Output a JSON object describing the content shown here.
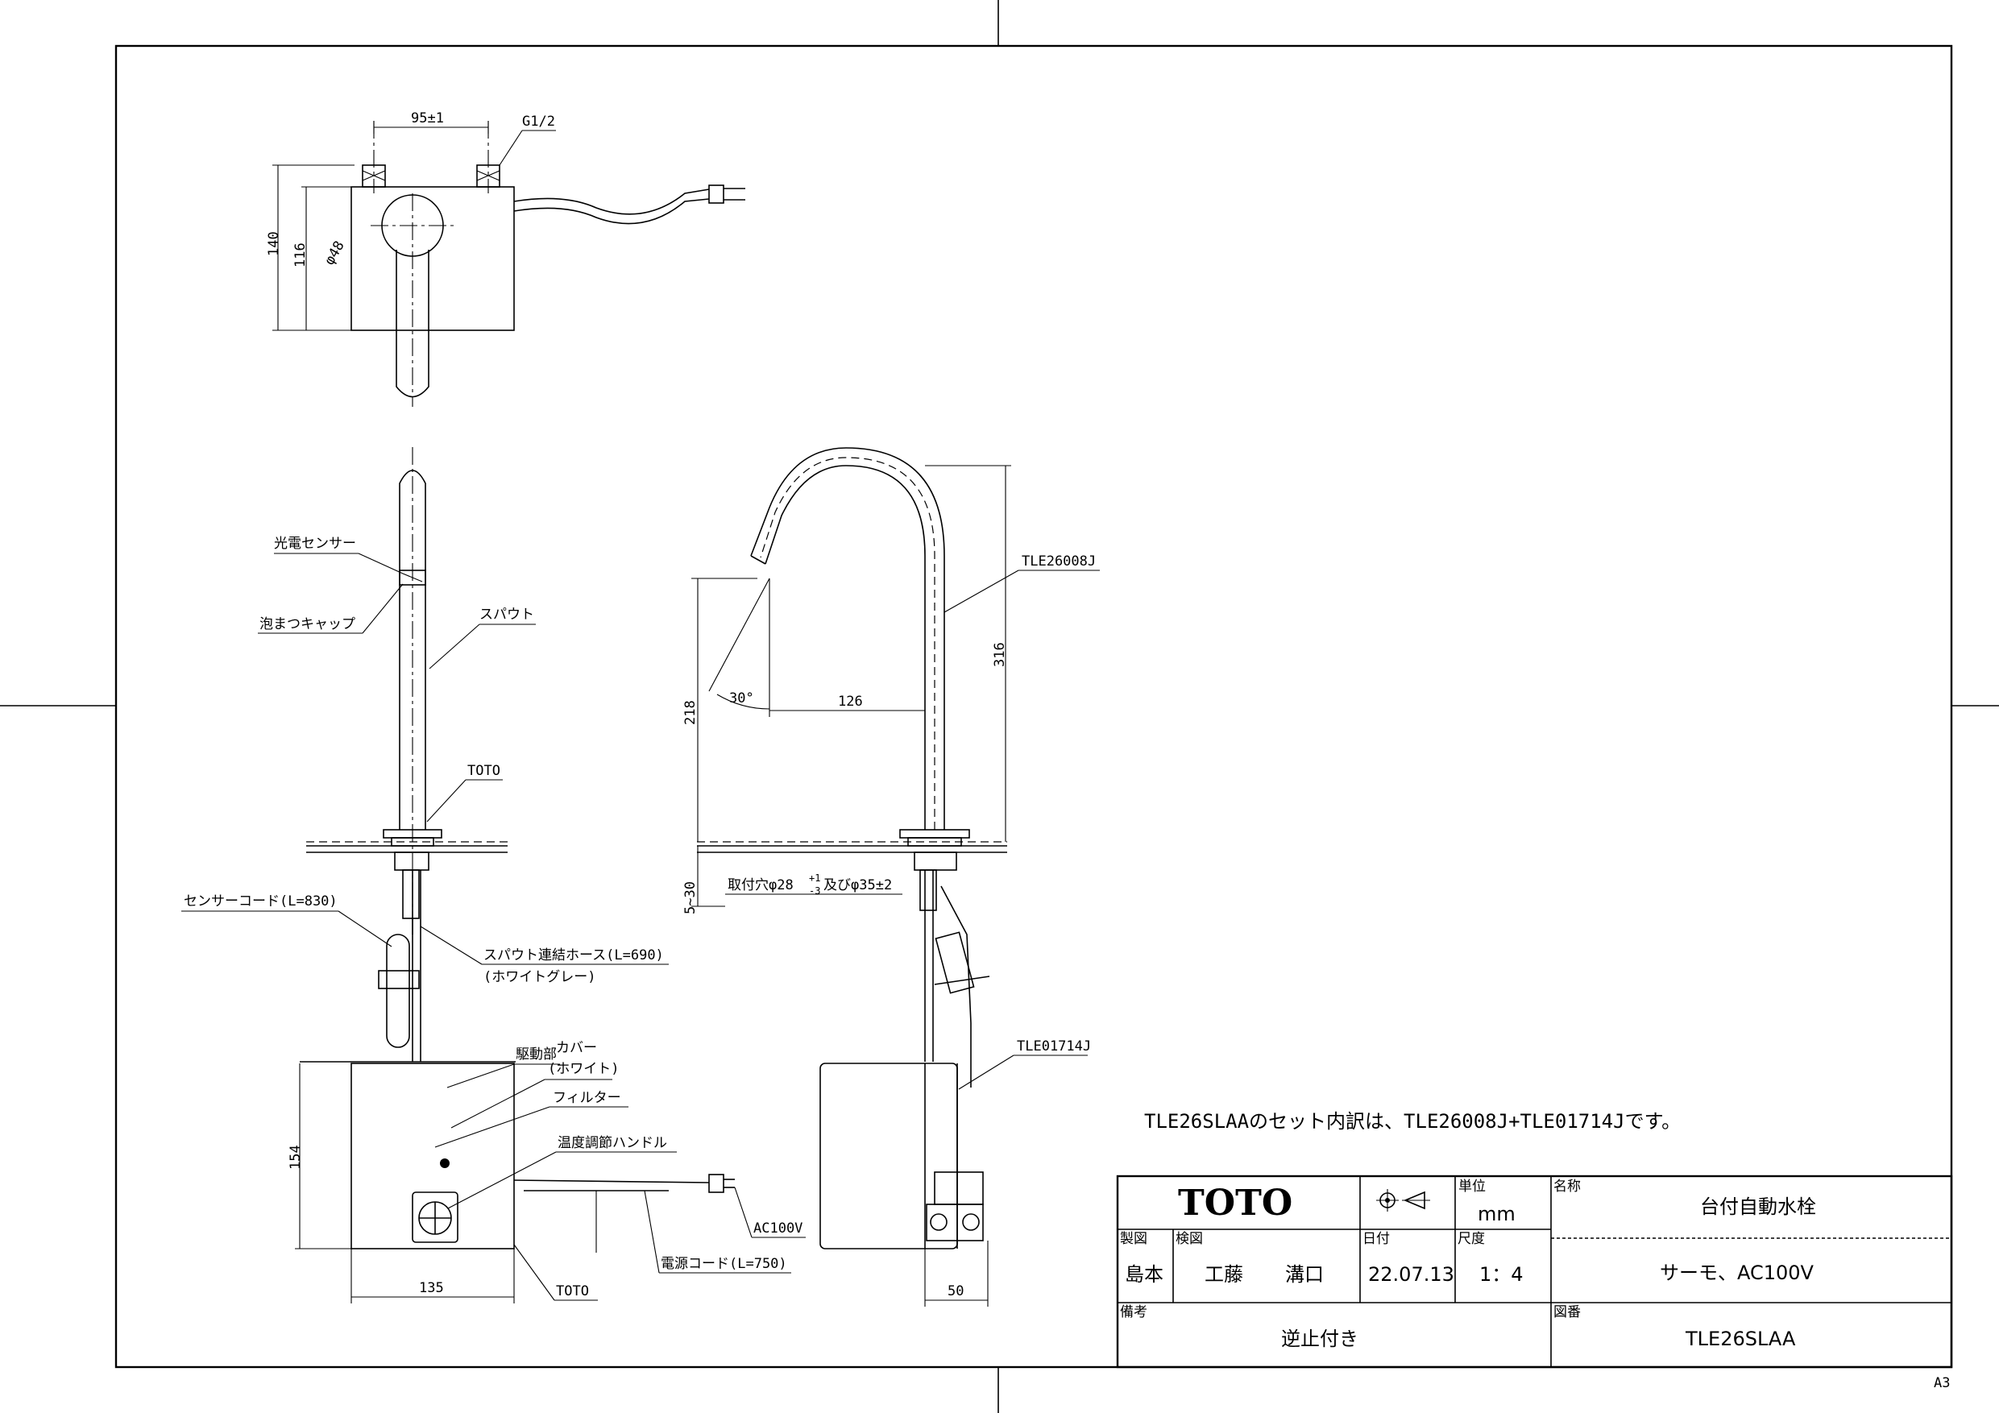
{
  "sheet_size": "A3",
  "labels": {
    "dim_95": "95±1",
    "g12": "G1/2",
    "dim_140": "140",
    "dim_116": "116",
    "dim_48": "φ48",
    "sensor": "光電センサー",
    "foam_cap": "泡まつキャップ",
    "spout": "スパウト",
    "toto_mark": "TOTO",
    "sensor_cord": "センサーコード(L=830)",
    "spout_hose": "スパウト連結ホース(L=690)",
    "spout_hose_color": "(ホワイトグレー)",
    "drive_unit": "駆動部",
    "cover": "カバー",
    "cover_color": "(ホワイト)",
    "filter": "フィルター",
    "temp_handle": "温度調節ハンドル",
    "ac100v": "AC100V",
    "power_cord": "電源コード(L=750)",
    "toto_mark2": "TOTO",
    "dim_154": "154",
    "dim_135": "135",
    "part_tle26008j": "TLE26008J",
    "dim_316": "316",
    "dim_218": "218",
    "dim_30deg": "30°",
    "dim_126": "126",
    "dim_5_30": "5~30",
    "hole": "取付穴φ28",
    "hole_tol_plus": "+1",
    "hole_tol_minus": "-3",
    "hole_rest": "及びφ35±2",
    "part_tle01714j": "TLE01714J",
    "dim_50": "50",
    "set_note": "TLE26SLAAのセット内訳は、TLE26008J+TLE01714Jです。"
  },
  "title_block": {
    "logo": "TOTO",
    "unit_label": "単位",
    "unit": "mm",
    "name_label": "名称",
    "name": "台付自動水栓",
    "drawn_label": "製図",
    "checked_label": "検図",
    "date_label": "日付",
    "scale_label": "尺度",
    "drawn_by": "島本",
    "checked_by_1": "工藤",
    "checked_by_2": "溝口",
    "date": "22.07.13",
    "scale": "1：4",
    "spec": "サーモ、AC100V",
    "remarks_label": "備考",
    "remarks": "逆止付き",
    "drawing_no_label": "図番",
    "drawing_no": "TLE26SLAA"
  }
}
